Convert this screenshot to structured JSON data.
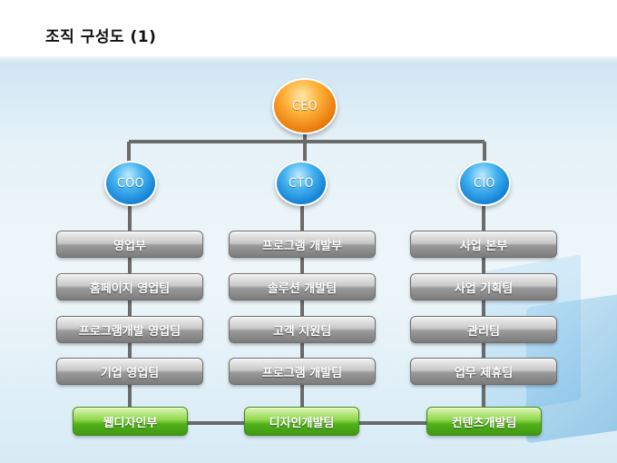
{
  "title": "조직 구성도 (1)",
  "ceo": "CEO",
  "executives": [
    "COO",
    "CTO",
    "CIO"
  ],
  "columns": [
    [
      "영업부",
      "홈페이지 영업팀",
      "프로그램개발 영업팀",
      "기업 영업팀"
    ],
    [
      "프로그램 개발부",
      "솔루션 개발팀",
      "고객 지원팀",
      "프로그램 개발팀"
    ],
    [
      "사업 본부",
      "사업 기획팀",
      "관리팀",
      "업무 제휴팀"
    ]
  ],
  "bottom": [
    "웹디자인부",
    "디자인개발팀",
    "컨텐츠개발팀"
  ],
  "colors": {
    "ceo": "#f08a10",
    "exec": "#1a8fe0",
    "dept": "#9a9a9a",
    "bottom": "#5cbf22",
    "line": "#666666"
  }
}
